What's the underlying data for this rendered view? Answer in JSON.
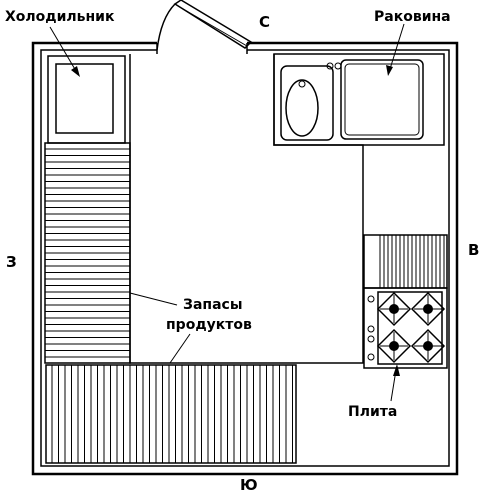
{
  "labels": {
    "fridge": "Холодильник",
    "sink": "Раковина",
    "supplies_line1": "Запасы",
    "supplies_line2": "продуктов",
    "stove": "Плита"
  },
  "directions": {
    "north": "С",
    "south": "Ю",
    "west": "З",
    "east": "В"
  },
  "colors": {
    "ink": "#000000",
    "paper": "#ffffff"
  }
}
